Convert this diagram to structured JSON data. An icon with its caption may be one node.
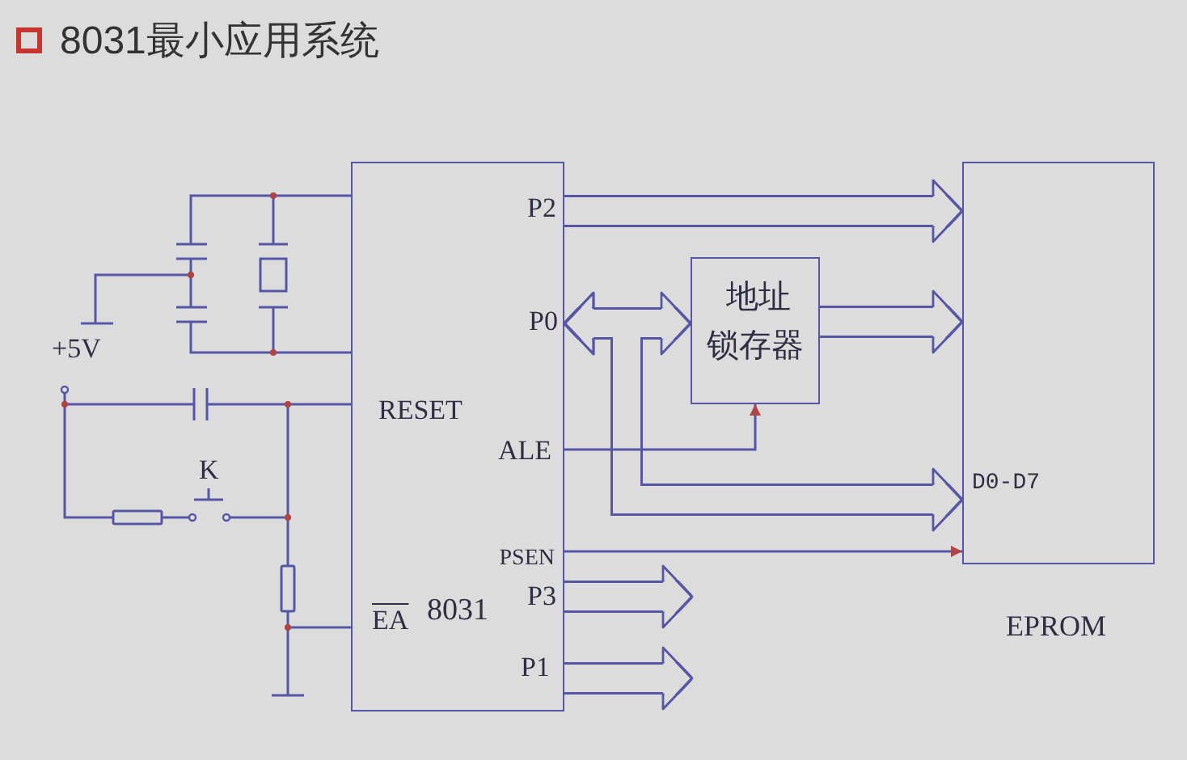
{
  "diagram": {
    "title": "8031最小应用系统",
    "nodes": [
      {
        "text": [
          "P2",
          "P0",
          "RESET",
          "ALE",
          "PSEN",
          "P3",
          "EA",
          "8031",
          "P1"
        ]
      },
      {
        "text": [
          "地址锁存器"
        ]
      },
      {
        "text": [
          "D0-D7",
          "EPROM"
        ]
      }
    ],
    "edges": [
      {
        "from": 0,
        "to": 2,
        "arrow": "to"
      },
      {
        "from": 0,
        "to": 1,
        "arrow": "both"
      },
      {
        "from": 1,
        "to": 2,
        "arrow": "to"
      },
      {
        "from": 0,
        "to": 2,
        "arrow": "both"
      },
      {
        "from": 0,
        "to": 1,
        "arrow": "to"
      },
      {
        "from": 0,
        "to": 2,
        "arrow": "to"
      },
      {
        "from": 0,
        "to": null,
        "arrow": "to"
      },
      {
        "from": 0,
        "to": null,
        "arrow": "to"
      }
    ],
    "labels": [
      "+5V",
      "K"
    ]
  }
}
